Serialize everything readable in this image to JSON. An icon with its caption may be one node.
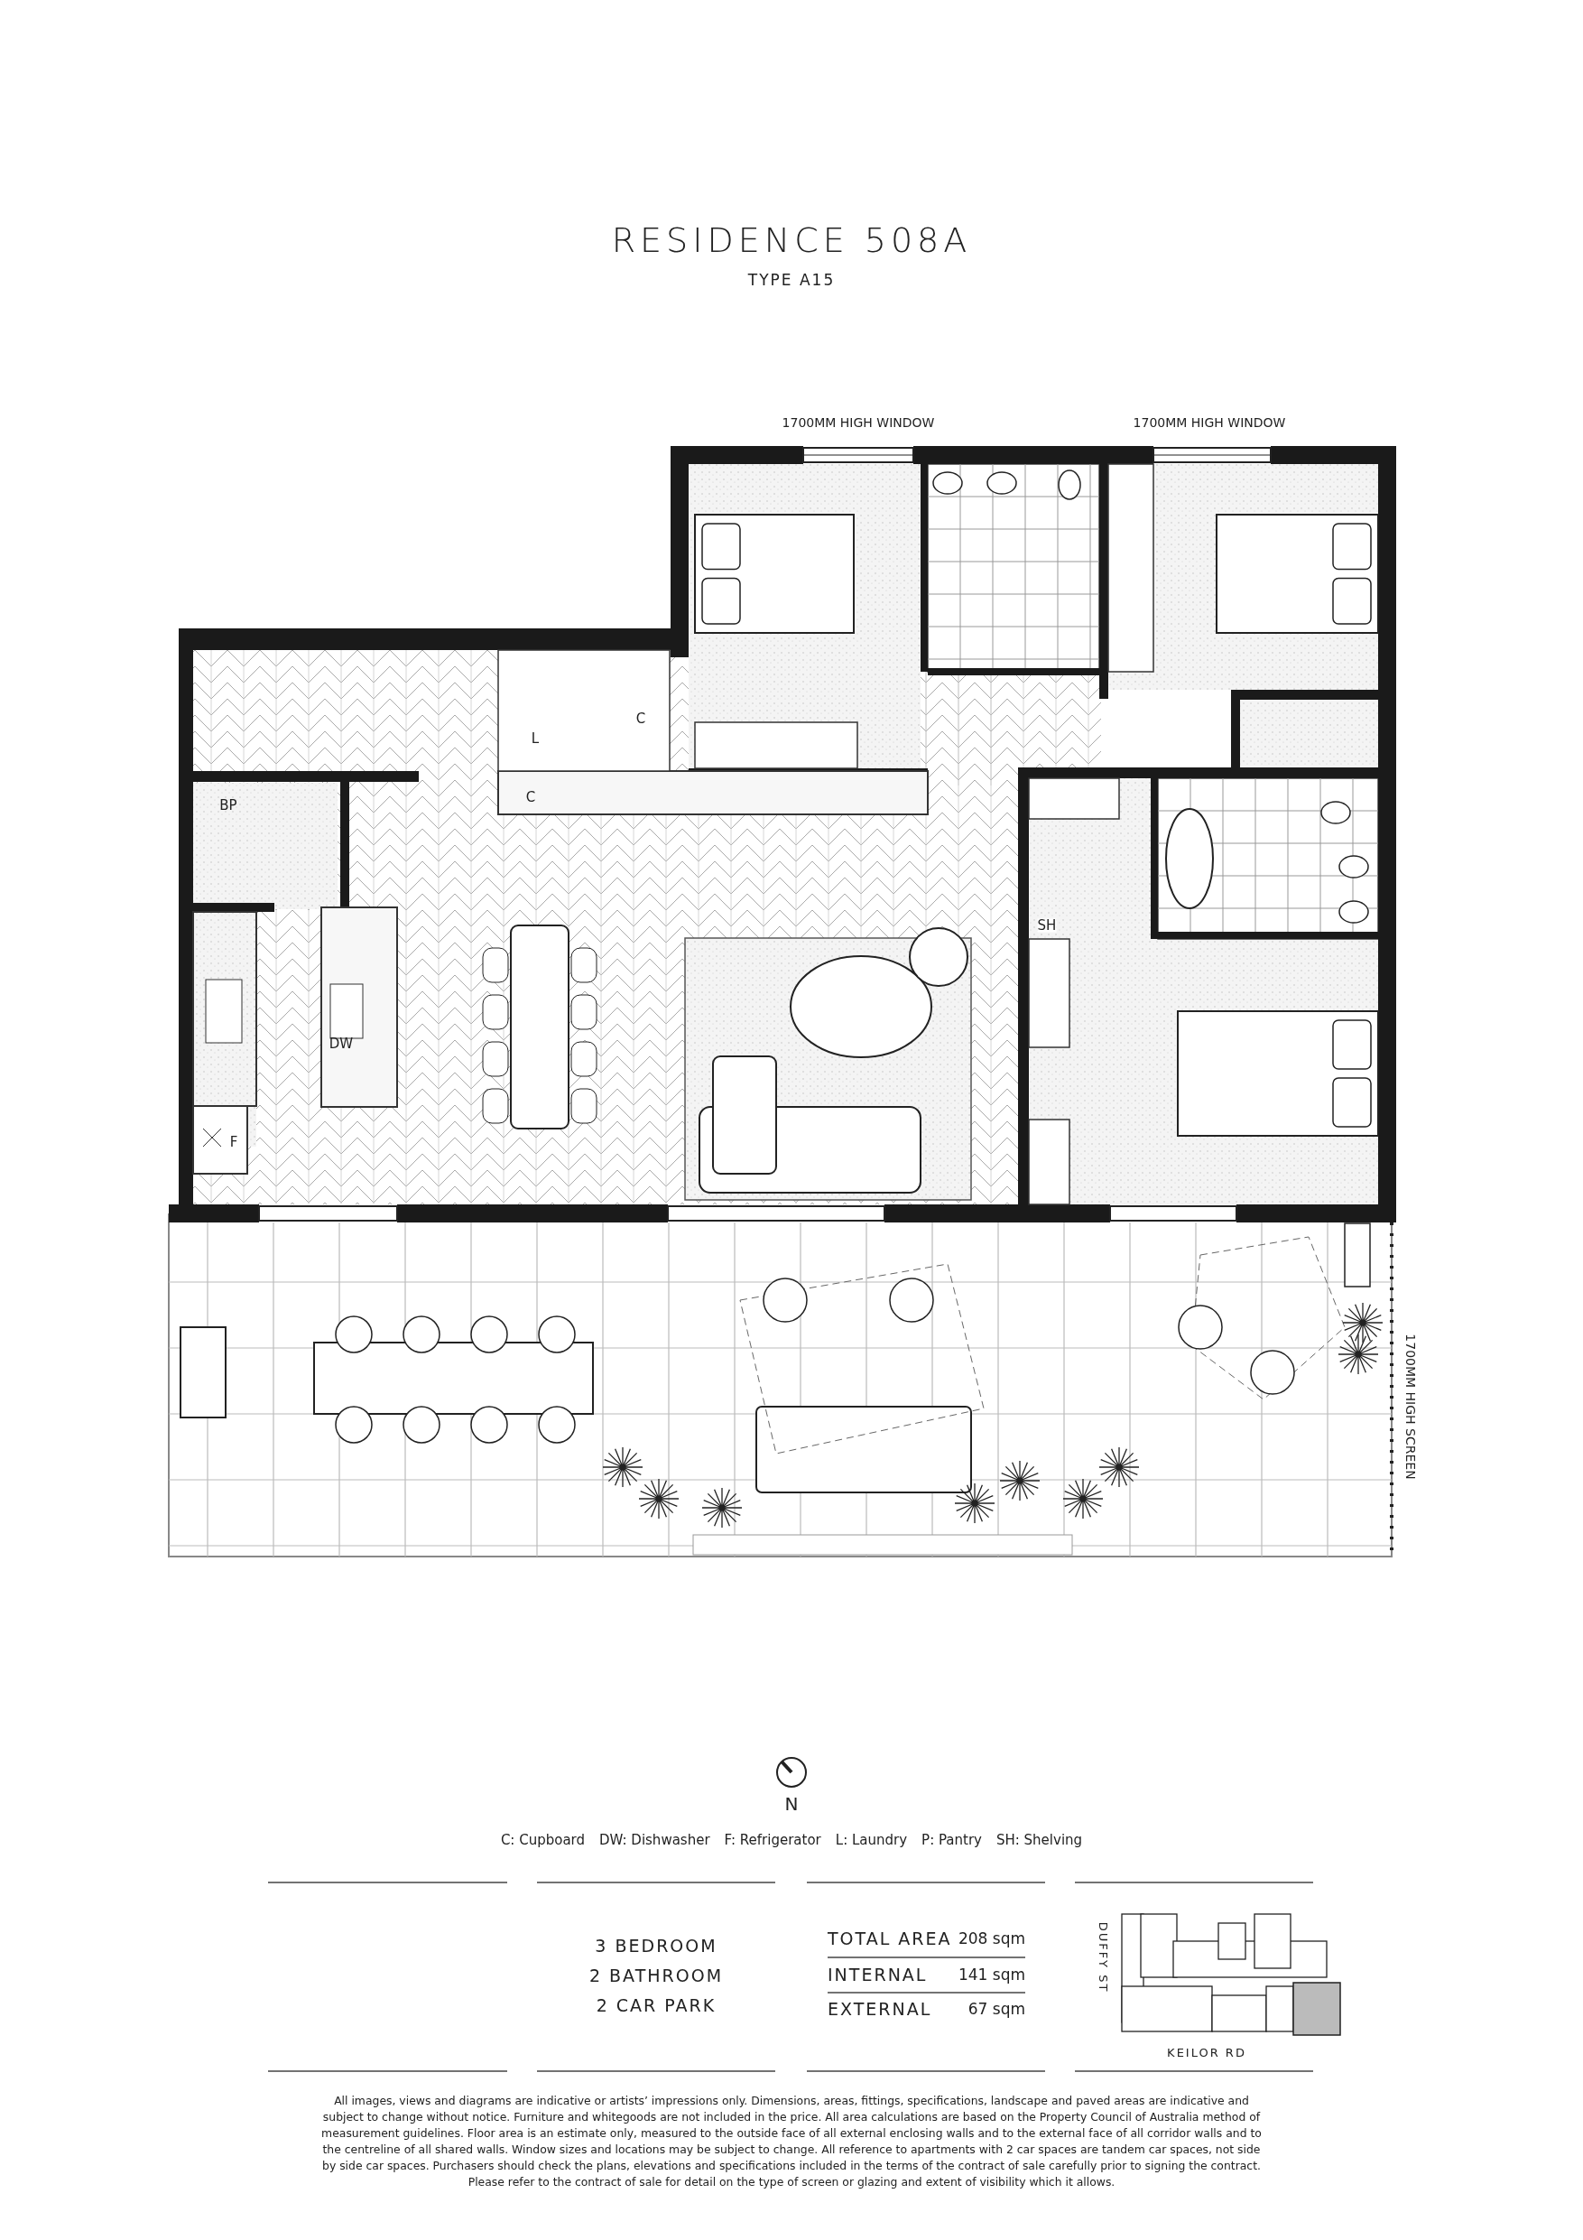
{
  "diagram": {
    "title": "RESIDENCE 508A",
    "labels": [
      "TYPE A15",
      "1700MM HIGH WINDOW",
      "1700MM HIGH WINDOW",
      "C",
      "L",
      "C",
      "BP",
      "DW",
      "F",
      "SH",
      "1700MM HIGH SCREEN",
      "N",
      "C: Cupboard",
      "DW: Dishwasher",
      "F: Refrigerator",
      "L: Laundry",
      "P: Pantry",
      "SH: Shelving",
      "3 BEDROOM",
      "2 BATHROOM",
      "2 CAR PARK",
      "TOTAL AREA",
      "208 sqm",
      "INTERNAL",
      "141 sqm",
      "EXTERNAL",
      "67 sqm",
      "DUFFY ST",
      "KEILOR RD",
      "All images, views and diagrams are indicative or artists’ impressions only. Dimensions, areas, fittings, specifications, landscape and paved areas are indicative and subject to change without notice. Furniture and whitegoods are not included in the price. All area calculations are based on the Property Council of Australia method of measurement guidelines. Floor area is an estimate only, measured to the outside face of all external enclosing walls and to the external face of all corridor walls and to the centreline of all shared walls. Window sizes and locations may be subject to change. All reference to apartments with 2 car spaces are tandem car spaces, not side by side car spaces. Purchasers should check the plans, elevations and specifications included in the terms of the contract of sale carefully prior to signing the contract. Please refer to the contract of sale for detail on the type of screen or glazing and extent of visibility which it allows."
    ]
  }
}
